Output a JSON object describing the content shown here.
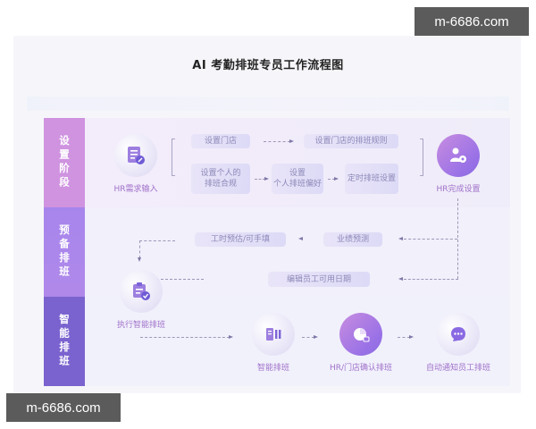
{
  "watermarks": {
    "top_right": "m-6686.com",
    "bottom_left": "m-6686.com"
  },
  "title": "AI 考勤排班专员工作流程图",
  "colors": {
    "stage_setup": "#cf93e0",
    "stage_prepare": "#a786ec",
    "stage_smart": "#7a63cf",
    "node_label": "#a071c9",
    "pill_text": "#8c88b8"
  },
  "stages": [
    {
      "label": "设置阶段"
    },
    {
      "label": "预备排班"
    },
    {
      "label": "智能排班"
    }
  ],
  "setup": {
    "start_node": {
      "label": "HR需求输入",
      "icon": "form-edit-icon"
    },
    "end_node": {
      "label": "HR完成设置",
      "icon": "user-gear-icon"
    },
    "pills": {
      "set_store": "设置门店",
      "set_store_rules": "设置门店的排班规则",
      "set_personal_compliance": "设置个人的\n排班合规",
      "set_personal_pref": "设置\n个人排班偏好",
      "scheduled_setup": "定时排班设置"
    }
  },
  "prepare": {
    "pills": {
      "hours_estimate": "工时预估/可手填",
      "performance_forecast": "业绩预测",
      "edit_availability": "编辑员工可用日期"
    }
  },
  "smart": {
    "nodes": [
      {
        "label": "执行智能排班",
        "icon": "clipboard-check-icon"
      },
      {
        "label": "智能排班",
        "icon": "schedule-bars-icon"
      },
      {
        "label": "HR/门店确认排班",
        "icon": "pie-chart-icon"
      },
      {
        "label": "自动通知员工排班",
        "icon": "chat-bubble-icon"
      }
    ]
  }
}
